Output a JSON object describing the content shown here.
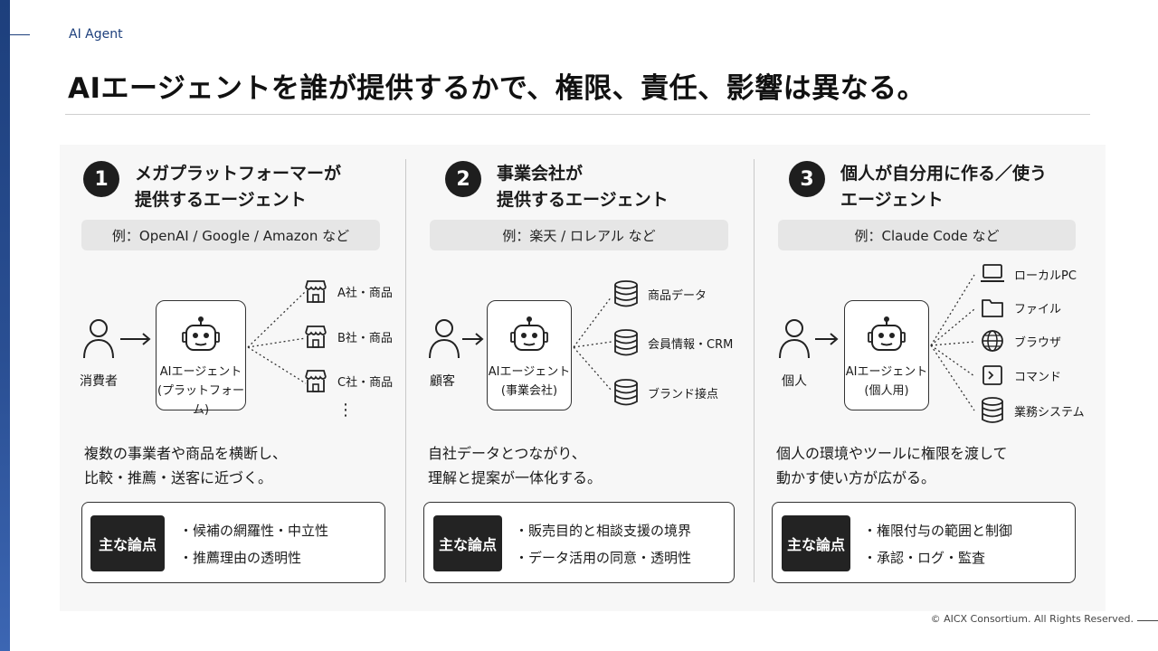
{
  "header": {
    "section_label": "AI Agent",
    "title": "AIエージェントを誰が提供するかで、権限、責任、影響は異なる。"
  },
  "columns": [
    {
      "number": "1",
      "title_line1": "メガプラットフォーマーが",
      "title_line2": "提供するエージェント",
      "example": "例：OpenAI / Google / Amazon など",
      "user_label": "消費者",
      "agent_line1": "AIエージェント",
      "agent_line2": "(プラットフォーム)",
      "targets": [
        {
          "icon": "store-icon",
          "label": "A社・商品"
        },
        {
          "icon": "store-icon",
          "label": "B社・商品"
        },
        {
          "icon": "store-icon",
          "label": "C社・商品"
        }
      ],
      "more": "⋮",
      "desc_line1": "複数の事業者や商品を横断し、",
      "desc_line2": "比較・推薦・送客に近づく。",
      "issues_label": "主な論点",
      "issues": [
        "・候補の網羅性・中立性",
        "・推薦理由の透明性"
      ]
    },
    {
      "number": "2",
      "title_line1": "事業会社が",
      "title_line2": "提供するエージェント",
      "example": "例：楽天 / ロレアル など",
      "user_label": "顧客",
      "agent_line1": "AIエージェント",
      "agent_line2": "(事業会社)",
      "targets": [
        {
          "icon": "database-icon",
          "label": "商品データ"
        },
        {
          "icon": "database-icon",
          "label": "会員情報・CRM"
        },
        {
          "icon": "database-icon",
          "label": "ブランド接点"
        }
      ],
      "desc_line1": "自社データとつながり、",
      "desc_line2": "理解と提案が一体化する。",
      "issues_label": "主な論点",
      "issues": [
        "・販売目的と相談支援の境界",
        "・データ活用の同意・透明性"
      ]
    },
    {
      "number": "3",
      "title_line1": "個人が自分用に作る／使う",
      "title_line2": "エージェント",
      "example": "例：Claude Code など",
      "user_label": "個人",
      "agent_line1": "AIエージェント",
      "agent_line2": "(個人用)",
      "targets": [
        {
          "icon": "laptop-icon",
          "label": "ローカルPC"
        },
        {
          "icon": "folder-icon",
          "label": "ファイル"
        },
        {
          "icon": "globe-icon",
          "label": "ブラウザ"
        },
        {
          "icon": "terminal-icon",
          "label": "コマンド"
        },
        {
          "icon": "database-icon",
          "label": "業務システム"
        }
      ],
      "desc_line1": "個人の環境やツールに権限を渡して",
      "desc_line2": "動かす使い方が広がる。",
      "issues_label": "主な論点",
      "issues": [
        "・権限付与の範囲と制御",
        "・承認・ログ・監査"
      ]
    }
  ],
  "footer": {
    "copyright": "© AICX Consortium. All Rights Reserved."
  }
}
